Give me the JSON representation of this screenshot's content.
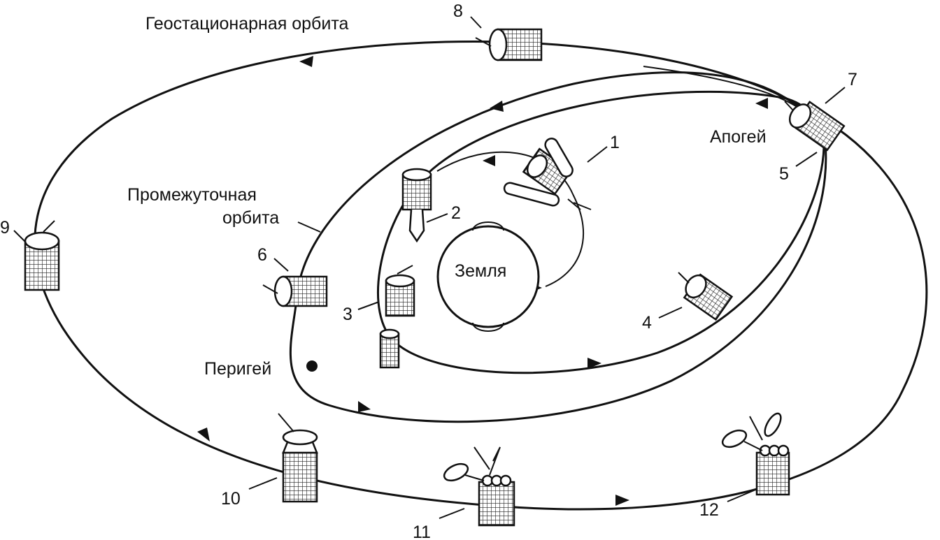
{
  "labels": {
    "geo_orbit": "Геостационарная орбита",
    "transfer_orbit_line1": "Промежуточная",
    "transfer_orbit_line2": "орбита",
    "apogee": "Апогей",
    "perigee": "Перигей",
    "earth": "Земля"
  },
  "stages": [
    "1",
    "2",
    "3",
    "4",
    "5",
    "6",
    "7",
    "8",
    "9",
    "10",
    "11",
    "12"
  ]
}
